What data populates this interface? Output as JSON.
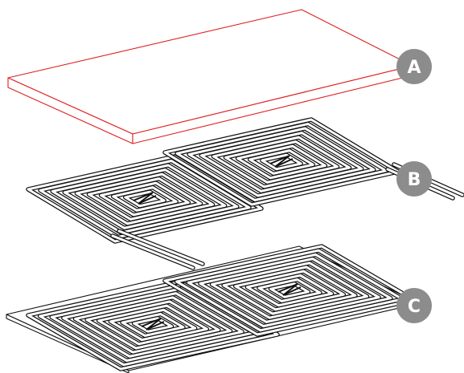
{
  "colors": {
    "background": "#ffffff",
    "panel_outline": "#e02020",
    "pipe_outline": "#111111",
    "pipe_fill": "#ffffff",
    "badge_fill": "#8c8c8c",
    "badge_text": "#ffffff"
  },
  "layers": [
    {
      "id": "panel",
      "label": "A"
    },
    {
      "id": "pipe_layout_open",
      "label": "B"
    },
    {
      "id": "pipe_layout_embedded",
      "label": "C"
    }
  ]
}
